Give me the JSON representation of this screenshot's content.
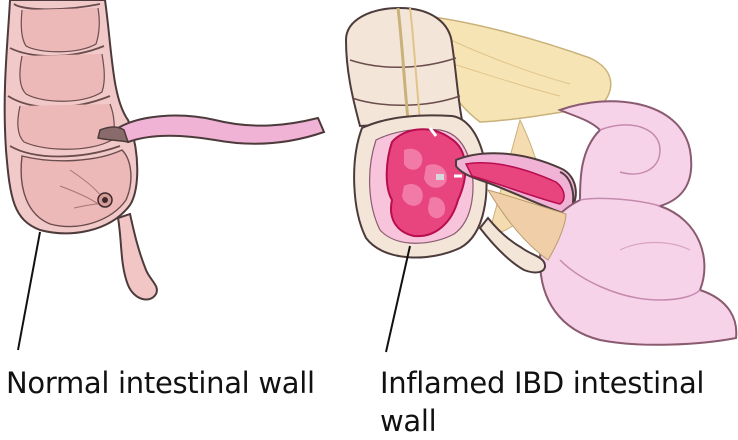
{
  "labels": {
    "normal": "Normal intestinal wall",
    "ibd_line1": "Inflamed IBD intestinal",
    "ibd_line2": "wall"
  },
  "colors": {
    "colon_wall": "#f2c9c9",
    "colon_outline": "#4d3b3b",
    "small_intestine": "#f0b3d6",
    "small_intestine_light": "#f7d3ea",
    "inflamed_tissue": "#e8457f",
    "inflamed_dark": "#b80d4f",
    "mesentery": "#f7e4b5",
    "appendix": "#f3c6c6"
  }
}
